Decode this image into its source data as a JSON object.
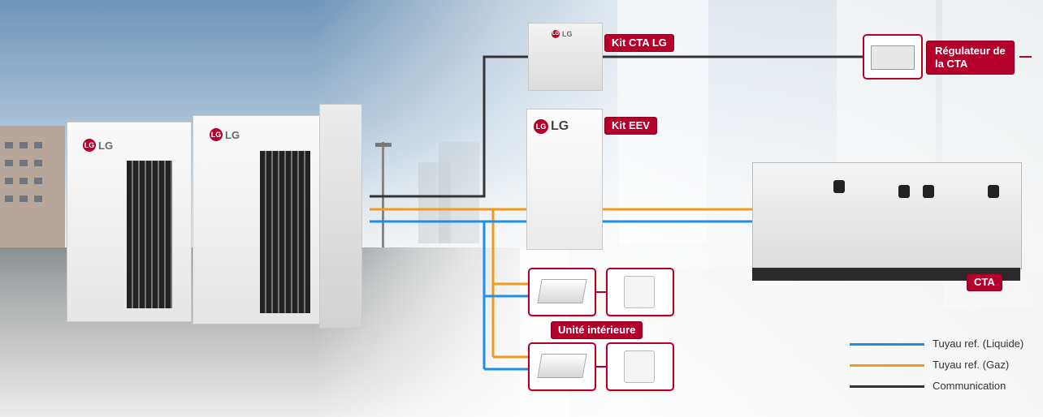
{
  "labels": {
    "kit_cta_lg": "Kit CTA LG",
    "regulateur_line1": "Régulateur de",
    "regulateur_line2": "la CTA",
    "kit_eev": "Kit EEV",
    "unite_interieure": "Unité intérieure",
    "cta": "CTA"
  },
  "brand": {
    "logo_text": "LG",
    "logo_mark": "LG"
  },
  "legend": [
    {
      "label": "Tuyau ref. (Liquide)",
      "color": "#1e8fe8"
    },
    {
      "label": "Tuyau ref. (Gaz)",
      "color": "#f39a1c"
    },
    {
      "label": "Communication",
      "color": "#333333"
    }
  ],
  "colors": {
    "accent": "#b5002b",
    "liquid": "#1e8fe8",
    "gas": "#f39a1c",
    "communication": "#333333"
  },
  "icons": {
    "outdoor_unit": "vrf-outdoor-unit",
    "cassette": "ceiling-cassette-unit",
    "controller": "wall-controller",
    "ahu": "air-handling-unit"
  }
}
